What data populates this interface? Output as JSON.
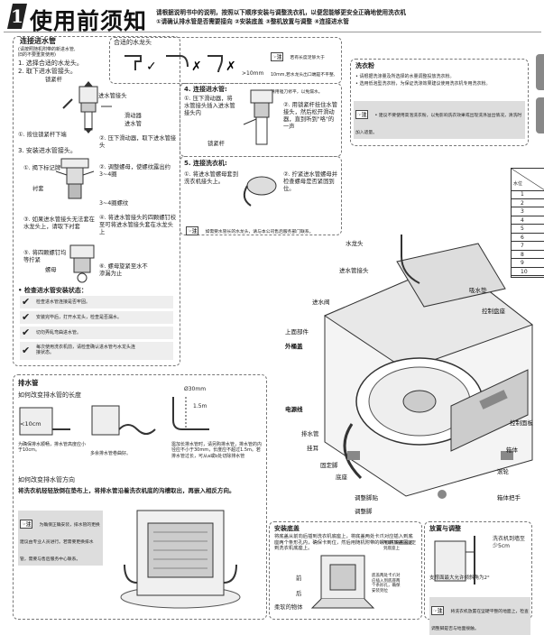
{
  "header": {
    "chapter_num": "1",
    "title": "使用前须知",
    "intro": "请根据说明书中的说明，按照以下顺序安装与调整洗衣机，以便您能够更安全正确地使用洗衣机",
    "steps": "①请确认排水管是否需要接向    ②安装底盖    ③整机放置与调整    ④连接进水管"
  },
  "connect": {
    "title": "连接进水管",
    "note1": "(请按照随机附带的新进水管,",
    "note2": "旧的不要重复使用)",
    "s1": "1. 选择合适的水龙头。",
    "s2": "2. 取下进水管接头。",
    "lock_rod": "锁紧杆",
    "inlet_joint": "进水管接头",
    "slider": "滑动器",
    "inlet_pipe": "进水管",
    "c1": "①. 按住锁紧杆下端",
    "c2": "②. 压下滑动器，取下进水管接头",
    "s3": "3. 安装进水管接头。",
    "c3_1": "①. 揭下标记牌",
    "liner": "衬套",
    "c3_2": "②. 调整螺母，使螺纹露出约3~4圈",
    "thread": "3~4圈螺纹",
    "c3_3": "③. 如果进水管接头无法套在水龙头上，请取下衬套",
    "c3_4": "④. 将进水管接头的四颗螺钉校至可将进水管接头套在水龙头上",
    "c3_5": "⑤. 将四颗螺钉均等拧紧",
    "nut": "螺母",
    "c3_6": "⑥. 螺母旋紧至水不渗漏为止",
    "check_title": "• 检查进水管安装状态：",
    "checks": [
      "检查进水管连接是否牢固。",
      "安装完毕后，打开水龙头，检查是否漏水。",
      "切勿弄乱弯曲进水管。",
      "每次使用洗衣机前，请检查确认进水管与水龙头连接状态。"
    ]
  },
  "faucet": {
    "title": "合适的水龙头",
    "dim": ">10mm",
    "note": "若有长度足够大于10mm,若水龙头出口端是不平整,请用锉刀修平，以免漏水。"
  },
  "step4": {
    "title": "4. 连接进水管:",
    "c1": "①. 压下滑动器，将水管接头插入进水管接头内",
    "c2": "②. 用锁紧杆挂住水管接头，然后松开滑动器，直到听到\"咯\"的一声",
    "lock_rod": "锁紧杆"
  },
  "step5": {
    "title": "5. 连接洗衣机:",
    "c1": "①. 将进水管螺母套到洗衣机接头上。",
    "c2": "②. 拧紧进水管螺母并检查螺母是否紧固到位。",
    "note": "如需要水管长的水龙头，请与本公司售后服务部门联系。"
  },
  "detergent": {
    "title": "洗衣粉",
    "b1": "• 请根据洗涤量及所选择的水量调整投放洗衣粉。",
    "b2": "• 选用低泡型洗衣粉，为保证洗涤效果建议使用洗衣机专用洗衣粉。",
    "note": "• 建议不要使用高泡洗衣粉，以免影响洗衣效果或出现洗涤溢出情况，清洗时加入适量。"
  },
  "table": {
    "head1": "水位",
    "rows": [
      "1",
      "2",
      "3",
      "4",
      "5",
      "6",
      "7",
      "8",
      "9",
      "10"
    ]
  },
  "machine_labels": {
    "faucet": "水龙头",
    "inlet_joint": "进水管接头",
    "inlet_valve": "进水阀",
    "top_part": "上面部件",
    "outer_box": "外桶盖",
    "power_cord": "电源线",
    "drain_pipe": "排水管",
    "hook": "挂耳",
    "fixing_foot": "固定脚",
    "bottom_cover": "底座",
    "adj_sticker": "调整脚贴",
    "adj_foot": "调整脚",
    "suction": "吸水垫",
    "control_panel": "控制盘座",
    "control_board": "控制面板",
    "cabinet": "箱体",
    "wheel": "滚轮",
    "handle": "箱体把手"
  },
  "drain": {
    "title": "排水管",
    "q1": "如何改变排水管的长度",
    "len1": "<10cm",
    "len2": "多余排水管卷曲好。",
    "len3": "为确保排水顺畅，排水管高度应小于10cm。",
    "dia": "Ø30mm",
    "max_h": "1.5m",
    "note_len": "需加长排水管时，请另购排水管，排水管的内径应不小于30mm，长度应不超过1.5m。若排水管过长，可从a或b处切除排水管",
    "q2": "如何改变排水管方向",
    "q2_desc": "将洗衣机轻轻放倒在垫布上，将排水管沿着洗衣机底的沟槽取出，再嵌入相反方向。",
    "note2": "为确保正确安装，排水管的更换建议由专业人员进行。若需要更换排水管，需要与售后服务中心联系。"
  },
  "base": {
    "title": "安装底盖",
    "desc": "将底盖从前向后插到洗衣机底座上，将底盖两处卡爪对应插入到底座两个条形孔内，确保卡到位，然后用随机附带的螺钉将底盖固定到洗衣机底座上。",
    "front": "前",
    "back": "后",
    "screw": "螺钉",
    "soft": "柔软的物体",
    "lbl1": "用螺钉将底盖固定到底座上",
    "lbl2": "底盖两处卡爪对应插入到底座两个条形孔，确保安装到位"
  },
  "place": {
    "title": "放置与调整",
    "wall": "洗衣机到墙至少5cm",
    "support": "支撑面最大允许倾斜角为2°",
    "note": "将洗衣机放置在坚硬平整的地面上，检查调整脚是否与地面接触。"
  }
}
